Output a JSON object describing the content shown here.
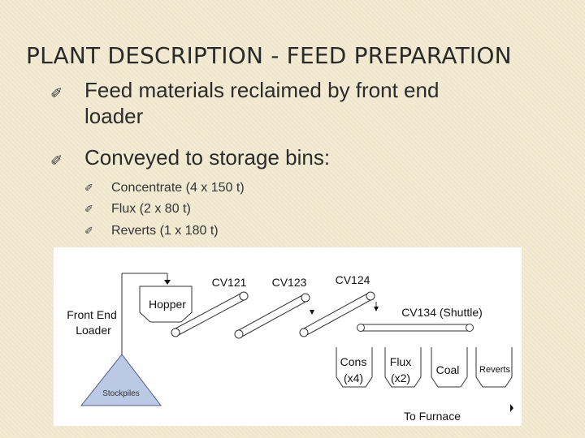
{
  "slide": {
    "title": "PLANT DESCRIPTION - FEED PREPARATION",
    "bullets": [
      {
        "icon": "pencil-tip-icon",
        "text_line1": "Feed materials reclaimed by front end",
        "text_line2": "loader"
      },
      {
        "icon": "pencil-tip-icon",
        "text_line1": "Conveyed to storage bins:"
      }
    ],
    "sub_bullets": [
      {
        "icon": "small-pencil-icon",
        "text": "Concentrate (4 x 150 t)"
      },
      {
        "icon": "small-pencil-icon",
        "text": "Flux (2 x 80 t)"
      },
      {
        "icon": "small-pencil-icon",
        "text": "Reverts (1 x 180 t)"
      }
    ]
  },
  "diagram": {
    "front_end_loader": [
      "Front End",
      "Loader"
    ],
    "hopper": "Hopper",
    "stockpiles": "Stockpiles",
    "conveyors": [
      "CV121",
      "CV123",
      "CV124",
      "CV134 (Shuttle)"
    ],
    "bins": [
      {
        "line1": "Cons",
        "line2": "(x4)"
      },
      {
        "line1": "Flux",
        "line2": "(x2)"
      },
      {
        "line1": "Coal",
        "line2": ""
      },
      {
        "line1": "Reverts",
        "line2": ""
      }
    ],
    "to_furnace": "To Furnace"
  }
}
